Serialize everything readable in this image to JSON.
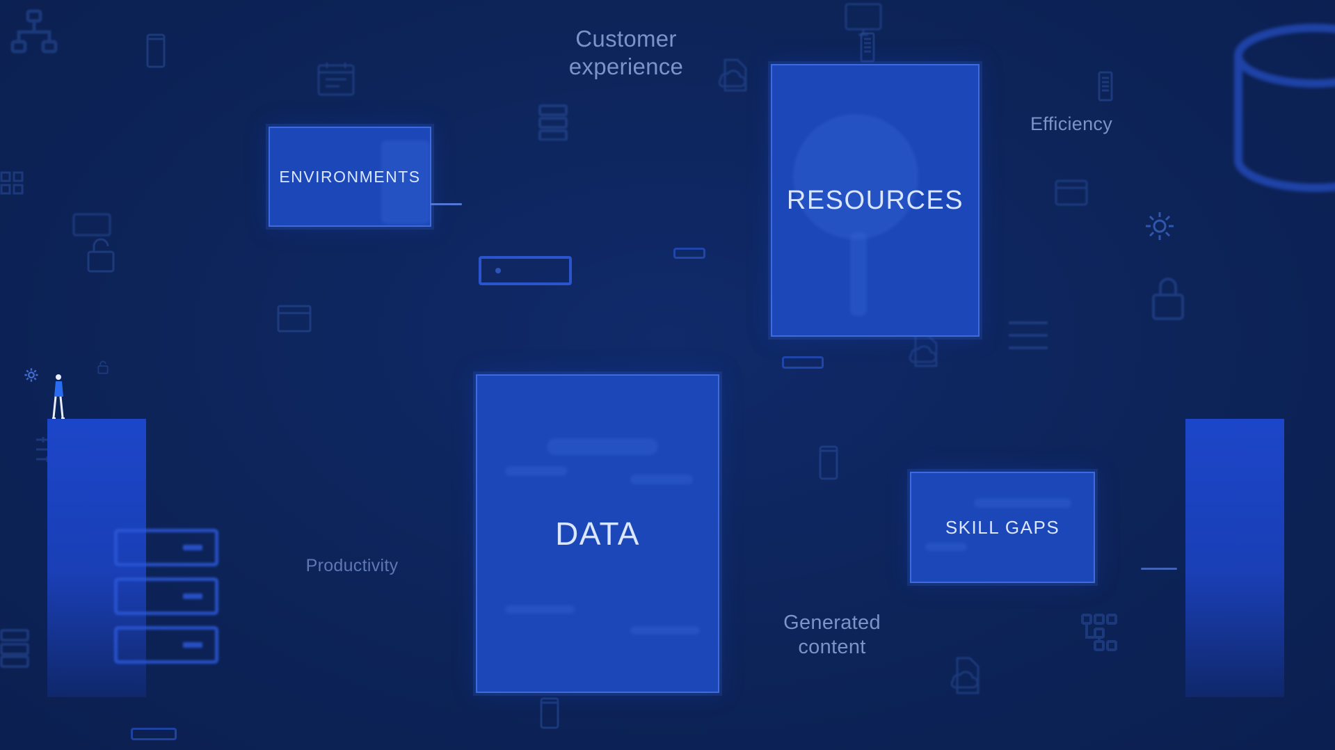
{
  "cards": {
    "environments": "ENVIRONMENTS",
    "resources": "RESOURCES",
    "data": "DATA",
    "skill_gaps": "SKILL GAPS"
  },
  "phrases": {
    "customer_experience_line1": "Customer",
    "customer_experience_line2": "experience",
    "efficiency": "Efficiency",
    "productivity": "Productivity",
    "generated_content_line1": "Generated",
    "generated_content_line2": "content"
  },
  "colors": {
    "background": "#0d2258",
    "card_fill": "#1b47b8",
    "card_border": "#3e6be0",
    "phrase_text": "#7b94c8",
    "card_text": "#dbe6ff"
  },
  "icons": [
    "org-chart-icon",
    "phone-icon",
    "calendar-icon",
    "server-rack-icon",
    "cloud-doc-icon",
    "monitor-icon",
    "database-icon",
    "gear-icon",
    "padlock-icon",
    "grid-icon",
    "browser-window-icon",
    "sliders-icon",
    "person-icon"
  ]
}
